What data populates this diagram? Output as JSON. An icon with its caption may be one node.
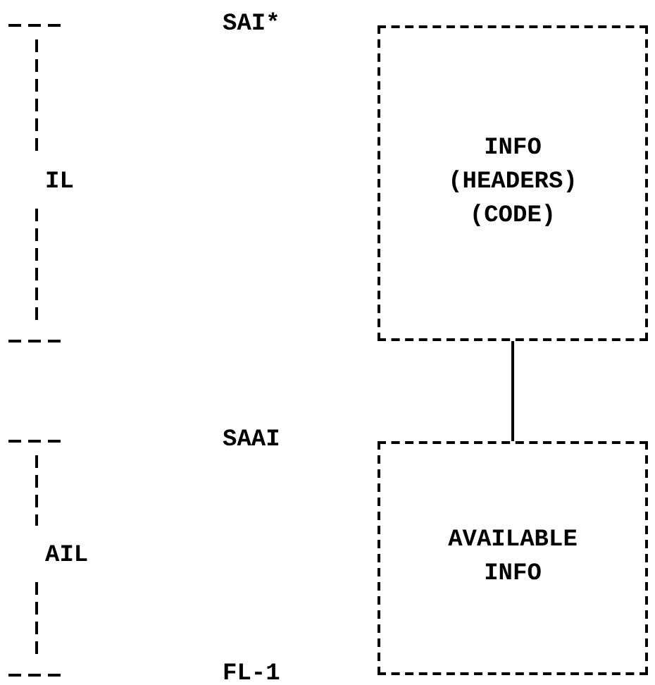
{
  "diagram": {
    "nodes": [
      {
        "text": [
          "INFO (HEADERS) (CODE)"
        ]
      },
      {
        "text": [
          "AVAILABLE INFO"
        ]
      }
    ],
    "edges": [
      {
        "from": 0,
        "to": 1,
        "arrow": "none"
      }
    ],
    "labels": [
      "SAI*",
      "IL",
      "SAAI",
      "AIL",
      "FL-1"
    ]
  }
}
